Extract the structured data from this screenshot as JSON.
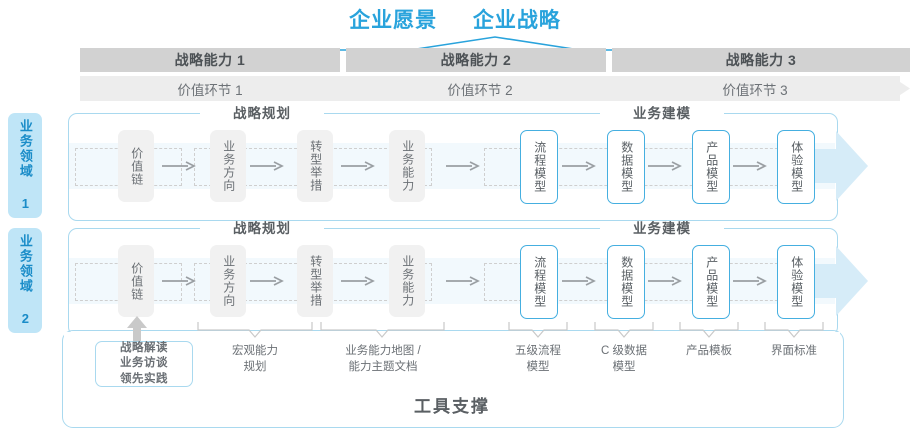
{
  "header": {
    "title_left": "企业愿景",
    "title_right": "企业战略",
    "capabilities": [
      {
        "label": "战略能力 1"
      },
      {
        "label": "战略能力 2"
      },
      {
        "label": "战略能力 3"
      }
    ],
    "value_chains": [
      {
        "label": "价值环节 1"
      },
      {
        "label": "价值环节 2"
      },
      {
        "label": "价值环节 3"
      }
    ]
  },
  "side_labels": [
    {
      "label": "业务领域 1"
    },
    {
      "label": "业务领域 2"
    }
  ],
  "sections": {
    "left_title": "战略规划",
    "right_title": "业务建模"
  },
  "rows": [
    {
      "left_steps": [
        {
          "label": "价值链"
        },
        {
          "label": "业务方向"
        },
        {
          "label": "转型举措"
        },
        {
          "label": "业务能力"
        }
      ],
      "right_steps": [
        {
          "label": "流程模型"
        },
        {
          "label": "数据模型"
        },
        {
          "label": "产品模型"
        },
        {
          "label": "体验模型"
        }
      ]
    },
    {
      "left_steps": [
        {
          "label": "价值链"
        },
        {
          "label": "业务方向"
        },
        {
          "label": "转型举措"
        },
        {
          "label": "业务能力"
        }
      ],
      "right_steps": [
        {
          "label": "流程模型"
        },
        {
          "label": "数据模型"
        },
        {
          "label": "产品模型"
        },
        {
          "label": "体验模型"
        }
      ]
    }
  ],
  "footer": {
    "tool_box": "战略解读\n业务访谈\n领先实践",
    "deliverables": [
      {
        "label": "宏观能力\n规划"
      },
      {
        "label": "业务能力地图 /\n能力主题文档"
      },
      {
        "label": "五级流程\n模型"
      },
      {
        "label": "C 级数据\n模型"
      },
      {
        "label": "产品模板"
      },
      {
        "label": "界面标准"
      }
    ],
    "support_title": "工具支撑"
  },
  "colors": {
    "accent_blue": "#29a3dc",
    "panel_border": "#a9d9ef",
    "band": "#f2f9fd",
    "cap_bar": "#d2d2d2",
    "val_bar": "#ededed",
    "gray_box": "#f1f1f1",
    "side_label_bg": "#bfe5f7"
  }
}
